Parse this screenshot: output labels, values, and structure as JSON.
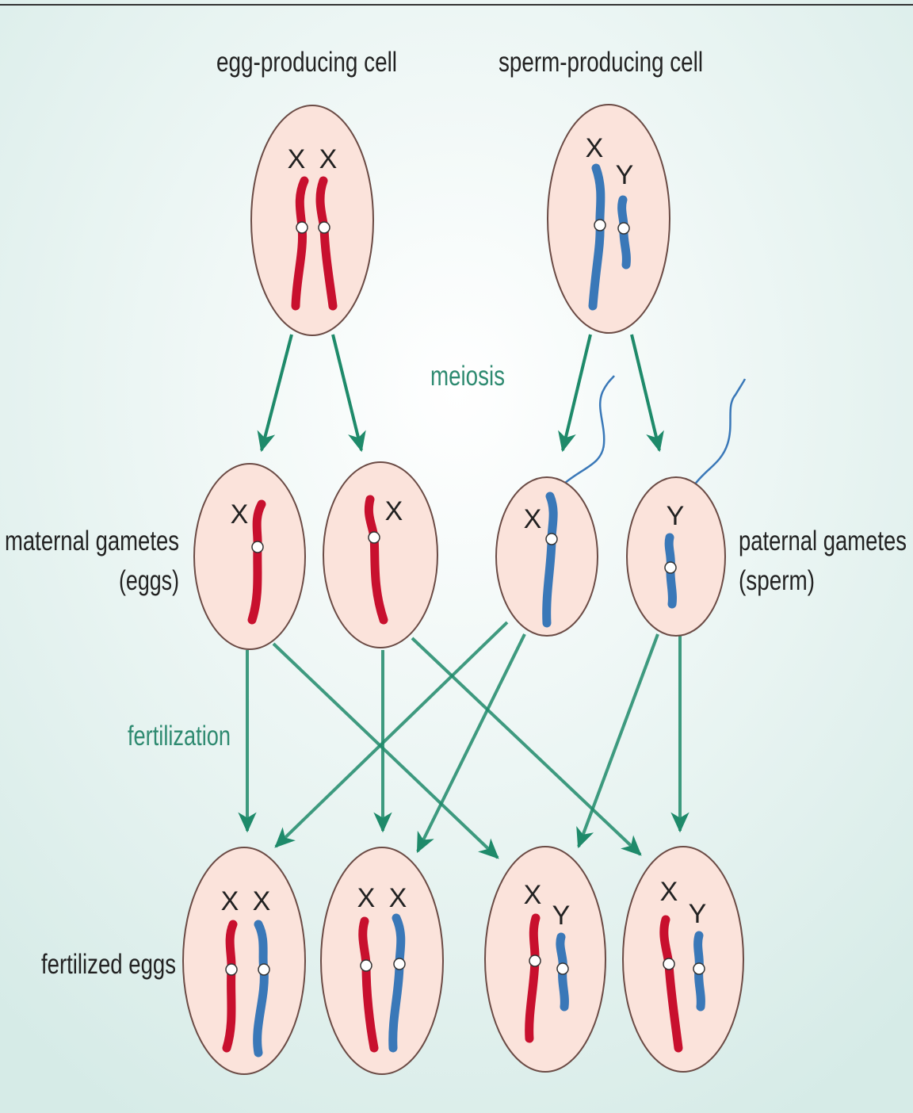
{
  "labels": {
    "egg_cell": "egg-producing cell",
    "sperm_cell": "sperm-producing cell",
    "meiosis": "meiosis",
    "maternal_line1": "maternal gametes",
    "maternal_line2": "(eggs)",
    "paternal_line1": "paternal gametes",
    "paternal_line2": "(sperm)",
    "fertilization": "fertilization",
    "fertilized_eggs": "fertilized eggs"
  },
  "chromosome_labels": {
    "x": "X",
    "y": "Y"
  },
  "colors": {
    "background": "#e3f0ee",
    "cell_fill": "#fbe3db",
    "cell_stroke": "#6b4b45",
    "maternal_chromosome": "#c8102e",
    "paternal_chromosome": "#3a78b8",
    "arrow": "#1e8a6a",
    "process_text": "#2e8a70",
    "text": "#222222"
  }
}
